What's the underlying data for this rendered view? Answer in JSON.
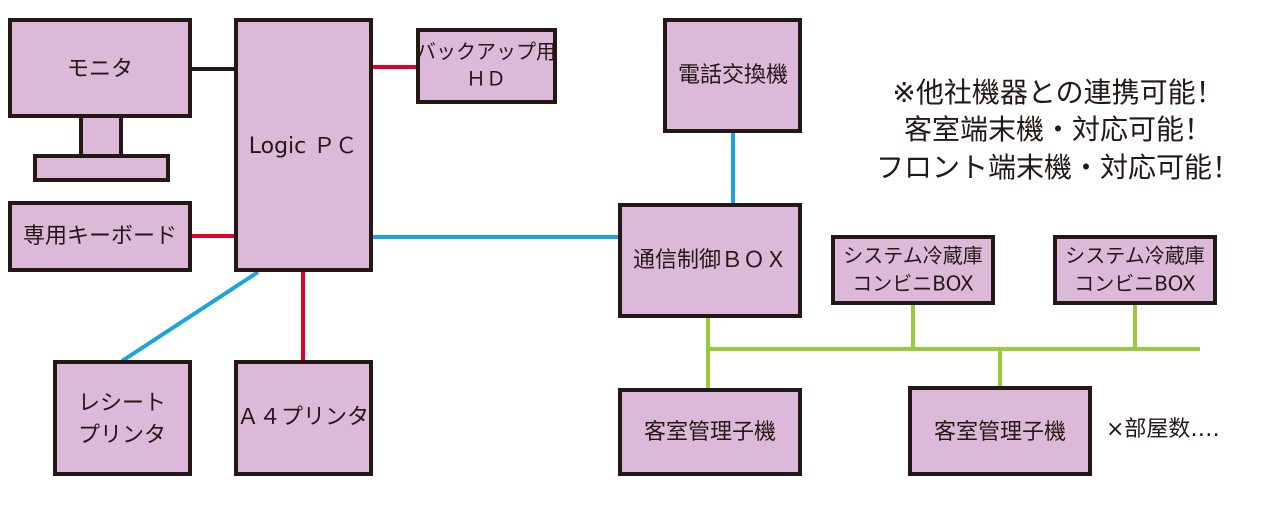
{
  "nodes": {
    "monitor": "モニタ",
    "logic_pc": "Logic ＰＣ",
    "backup_hd": [
      "バックアップ用",
      "ＨＤ"
    ],
    "keyboard": "専用キーボード",
    "receipt_printer": [
      "レシート",
      "プリンタ"
    ],
    "a4_printer": "Ａ４プリンタ",
    "phone_exchange": "電話交換機",
    "comm_box": "通信制御ＢＯＸ",
    "fridge_box_1": [
      "システム冷蔵庫",
      "コンビニBOX"
    ],
    "fridge_box_2": [
      "システム冷蔵庫",
      "コンビニBOX"
    ],
    "room_unit_1": "客室管理子機",
    "room_unit_2": "客室管理子機"
  },
  "notes": [
    "※他社機器との連携可能！",
    "客室端末機・対応可能！",
    "フロント端末機・対応可能！"
  ],
  "footer": "×部屋数‥‥",
  "colors": {
    "box_fill": "#dcb9d9",
    "outline": "#231815",
    "link_red": "#e0002a",
    "link_blue": "#1aa3de",
    "link_green": "#9ac93b"
  }
}
